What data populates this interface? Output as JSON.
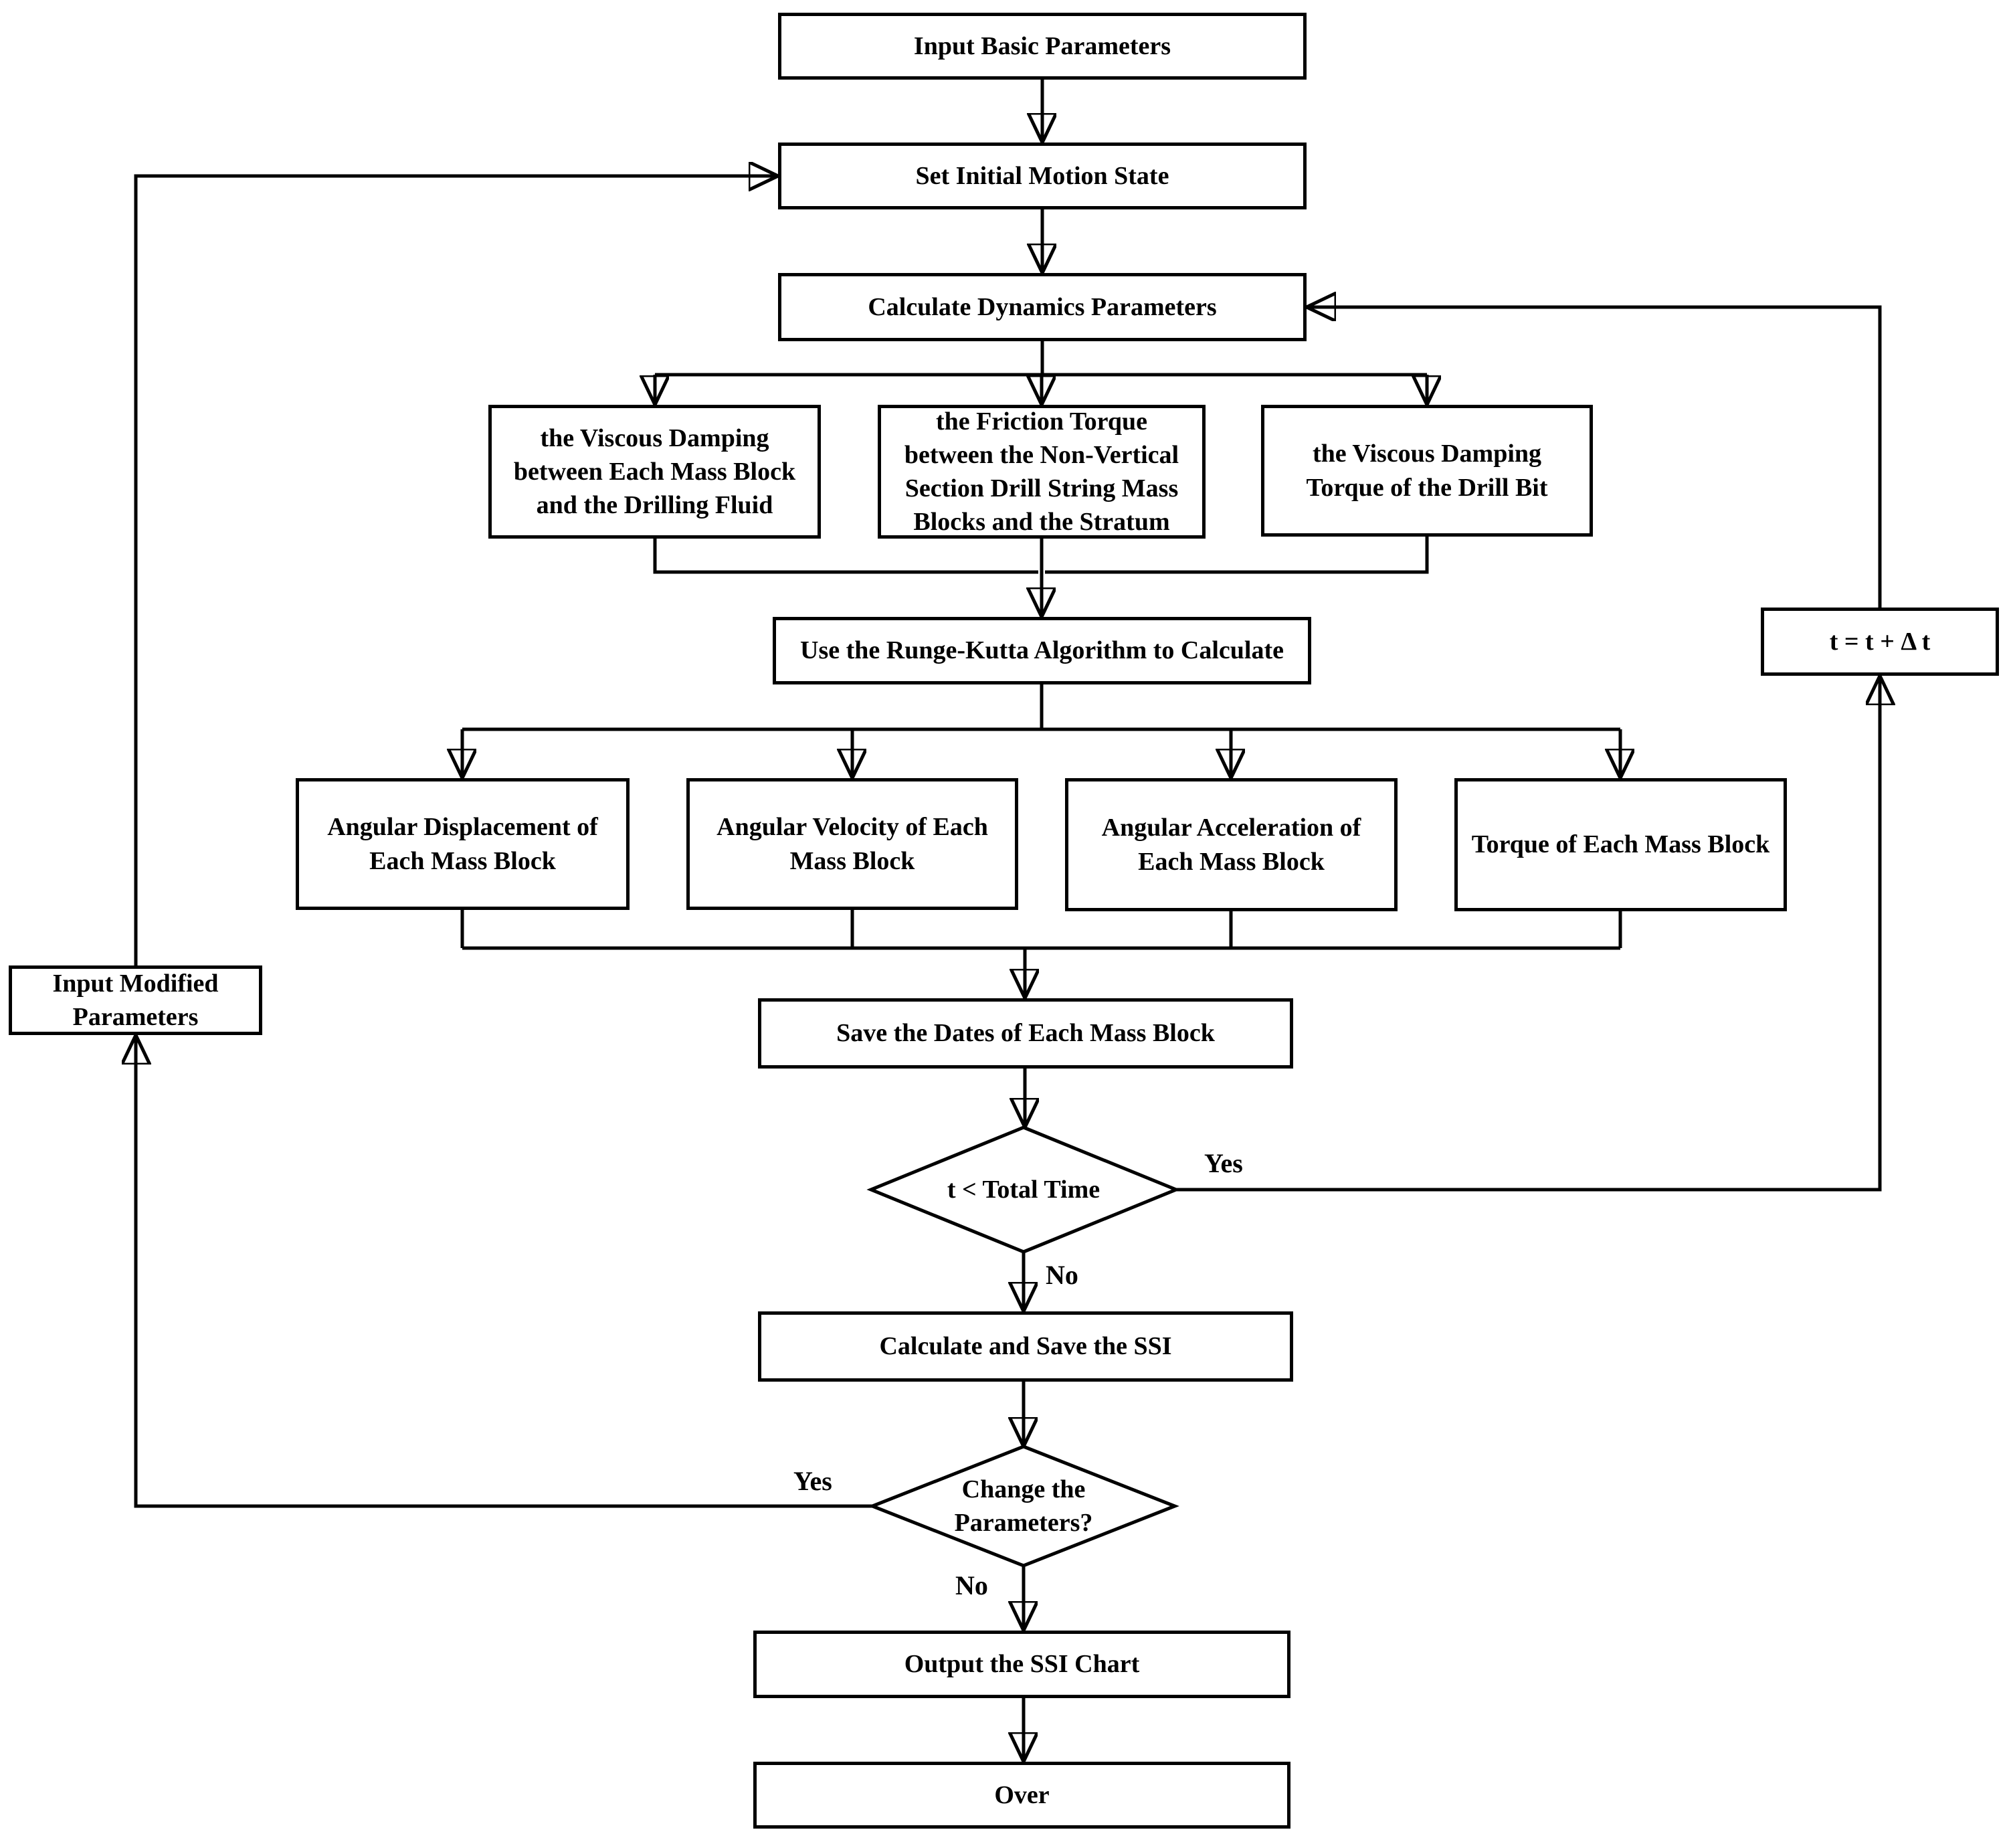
{
  "diagram": {
    "title": "SSI simulation flowchart",
    "colors": {
      "line": "#000000",
      "node_fill": "#ffffff",
      "background": "#ffffff",
      "text": "#000000"
    },
    "nodes": {
      "input_basic": {
        "type": "process",
        "label": "Input Basic Parameters"
      },
      "set_initial": {
        "type": "process",
        "label": "Set Initial Motion State"
      },
      "calc_dynamics": {
        "type": "process",
        "label": "Calculate Dynamics Parameters"
      },
      "viscous_fluid": {
        "type": "process",
        "label": "the Viscous Damping between Each Mass Block and the Drilling Fluid"
      },
      "friction_torque": {
        "type": "process",
        "label": "the Friction Torque between the Non-Vertical Section Drill String Mass Blocks and the Stratum"
      },
      "viscous_bit": {
        "type": "process",
        "label": "the Viscous Damping Torque of the Drill Bit"
      },
      "runge_kutta": {
        "type": "process",
        "label": "Use the Runge-Kutta Algorithm to Calculate"
      },
      "angular_displacement": {
        "type": "process",
        "label": "Angular Displacement of Each Mass Block"
      },
      "angular_velocity": {
        "type": "process",
        "label": "Angular Velocity of Each Mass Block"
      },
      "angular_acceleration": {
        "type": "process",
        "label": "Angular Acceleration of Each Mass Block"
      },
      "torque_each": {
        "type": "process",
        "label": "Torque of Each Mass Block"
      },
      "save_dates": {
        "type": "process",
        "label": "Save the Dates of Each Mass Block"
      },
      "t_decision": {
        "type": "decision",
        "label": "t < Total Time"
      },
      "t_increment": {
        "type": "process",
        "label": "t = t + Δ t"
      },
      "calc_ssi": {
        "type": "process",
        "label": "Calculate and Save the SSI"
      },
      "change_decision": {
        "type": "decision",
        "label": "Change the Parameters?"
      },
      "input_modified": {
        "type": "process",
        "label": "Input Modified Parameters"
      },
      "output_ssi": {
        "type": "process",
        "label": "Output the SSI Chart"
      },
      "over": {
        "type": "terminator",
        "label": "Over"
      }
    },
    "edge_labels": {
      "t_yes": "Yes",
      "t_no": "No",
      "change_yes": "Yes",
      "change_no": "No"
    }
  }
}
